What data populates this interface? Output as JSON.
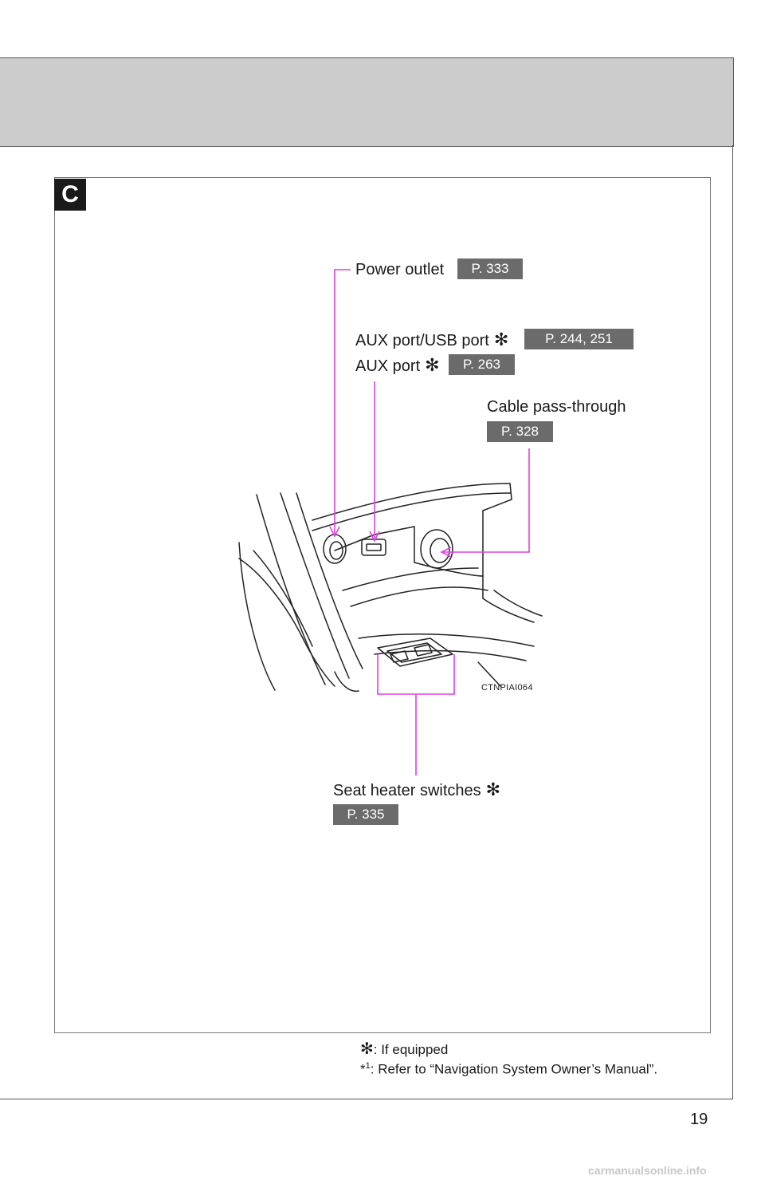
{
  "section_letter": "C",
  "callouts": {
    "power_outlet": {
      "label": "Power outlet",
      "ref": "P. 333"
    },
    "aux_usb": {
      "label": "AUX port/USB port",
      "star": "✻",
      "ref": "P. 244, 251"
    },
    "aux_port": {
      "label": "AUX port",
      "star": "✻",
      "ref": "P. 263"
    },
    "cable_pass": {
      "label": "Cable pass-through",
      "ref": "P. 328"
    },
    "seat_heater": {
      "label": "Seat heater switches",
      "star": "✻",
      "ref": "P. 335"
    }
  },
  "illustration_code": "CTNPIAI064",
  "footnotes": {
    "star_symbol": "✻",
    "star_text": ": If equipped",
    "ref_prefix": "*",
    "ref_sup": "1",
    "ref_text": ": Refer to “Navigation System Owner’s Manual”."
  },
  "page_number": "19",
  "watermark": "carmanualsonline.info",
  "colors": {
    "leader_line": "#e040e0",
    "ref_box": "#6b6b6b",
    "header_band": "#cccccc"
  }
}
